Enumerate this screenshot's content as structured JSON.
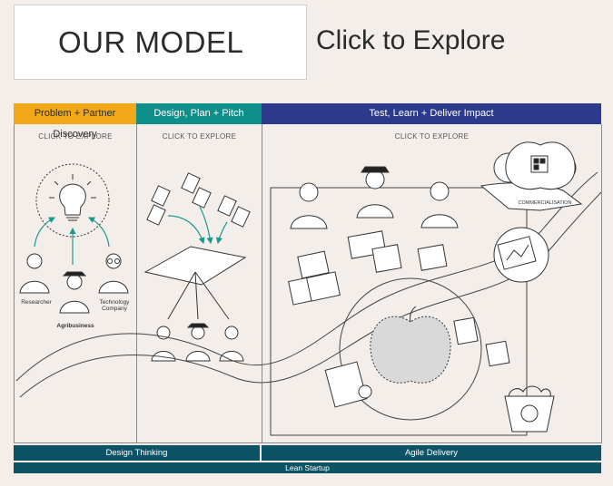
{
  "header": {
    "title": "OUR MODEL",
    "explore": "Click to Explore"
  },
  "phases": [
    {
      "label": "Problem + Partner Discovery",
      "cta": "CLICK TO EXPLORE"
    },
    {
      "label": "Design, Plan + Pitch",
      "cta": "CLICK TO EXPLORE"
    },
    {
      "label": "Test, Learn + Deliver Impact",
      "cta": "CLICK TO EXPLORE"
    }
  ],
  "labels": {
    "researcher": "Researcher",
    "agribusiness": "Agribusiness",
    "technology_company": "Technology Company",
    "commercialisation": "COMMERCIALISATION"
  },
  "bands": {
    "design_thinking": "Design Thinking",
    "agile_delivery": "Agile Delivery",
    "lean_startup": "Lean Startup"
  },
  "colors": {
    "phase1": "#f0a818",
    "phase2": "#0e8f8a",
    "phase3": "#2b3a8c",
    "band": "#0d5366",
    "arrow": "#1a9a8e"
  }
}
